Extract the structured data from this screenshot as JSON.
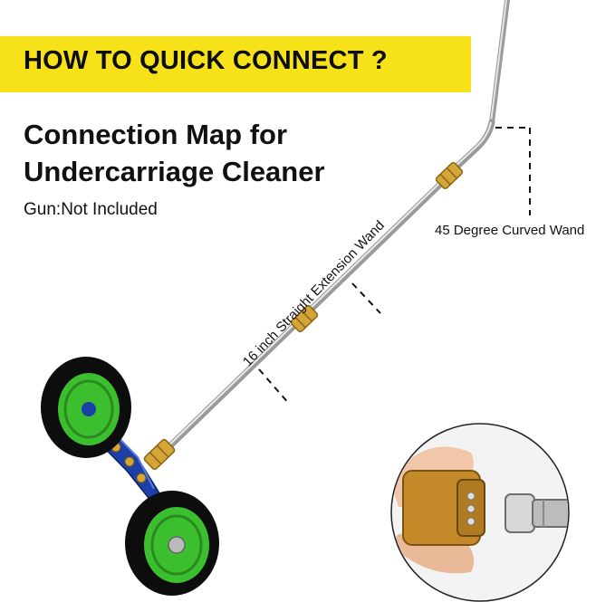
{
  "banner": {
    "title": "HOW TO QUICK CONNECT ?"
  },
  "headline": {
    "line1": "Connection Map for",
    "line2": "Undercarriage Cleaner"
  },
  "note": "Gun:Not Included",
  "labels": {
    "curved_wand": "45 Degree Curved Wand",
    "straight_wand": "16 inch Straight Extension Wand"
  },
  "colors": {
    "banner": "#f7e21a",
    "wheel_hub": "#3cbf2e",
    "frame": "#1d3fa8",
    "brass": "#d4a63a",
    "steel": "#c9c9c9"
  }
}
